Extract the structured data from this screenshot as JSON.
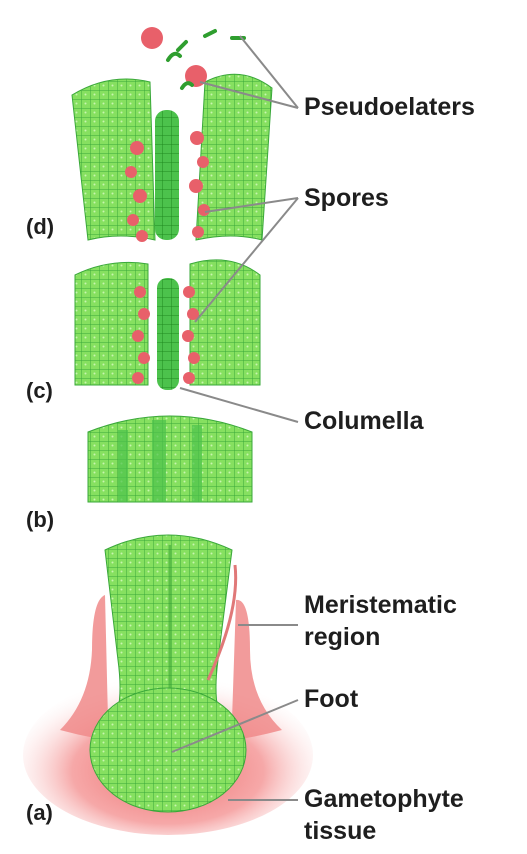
{
  "labels": {
    "pseudoelaters": "Pseudoelaters",
    "spores": "Spores",
    "columella": "Columella",
    "meristematic_line1": "Meristematic",
    "meristematic_line2": "region",
    "foot": "Foot",
    "gametophyte_line1": "Gametophyte",
    "gametophyte_line2": "tissue"
  },
  "stages": {
    "a": "(a)",
    "b": "(b)",
    "c": "(c)",
    "d": "(d)"
  },
  "colors": {
    "tissue_green": "#7ed957",
    "tissue_dark": "#2f9e2f",
    "columella_green": "#28a828",
    "spore_red": "#e8606a",
    "gametophyte_pink": "#f08a8a",
    "leader_line": "#8a8a8a",
    "text": "#1e1e1e"
  }
}
